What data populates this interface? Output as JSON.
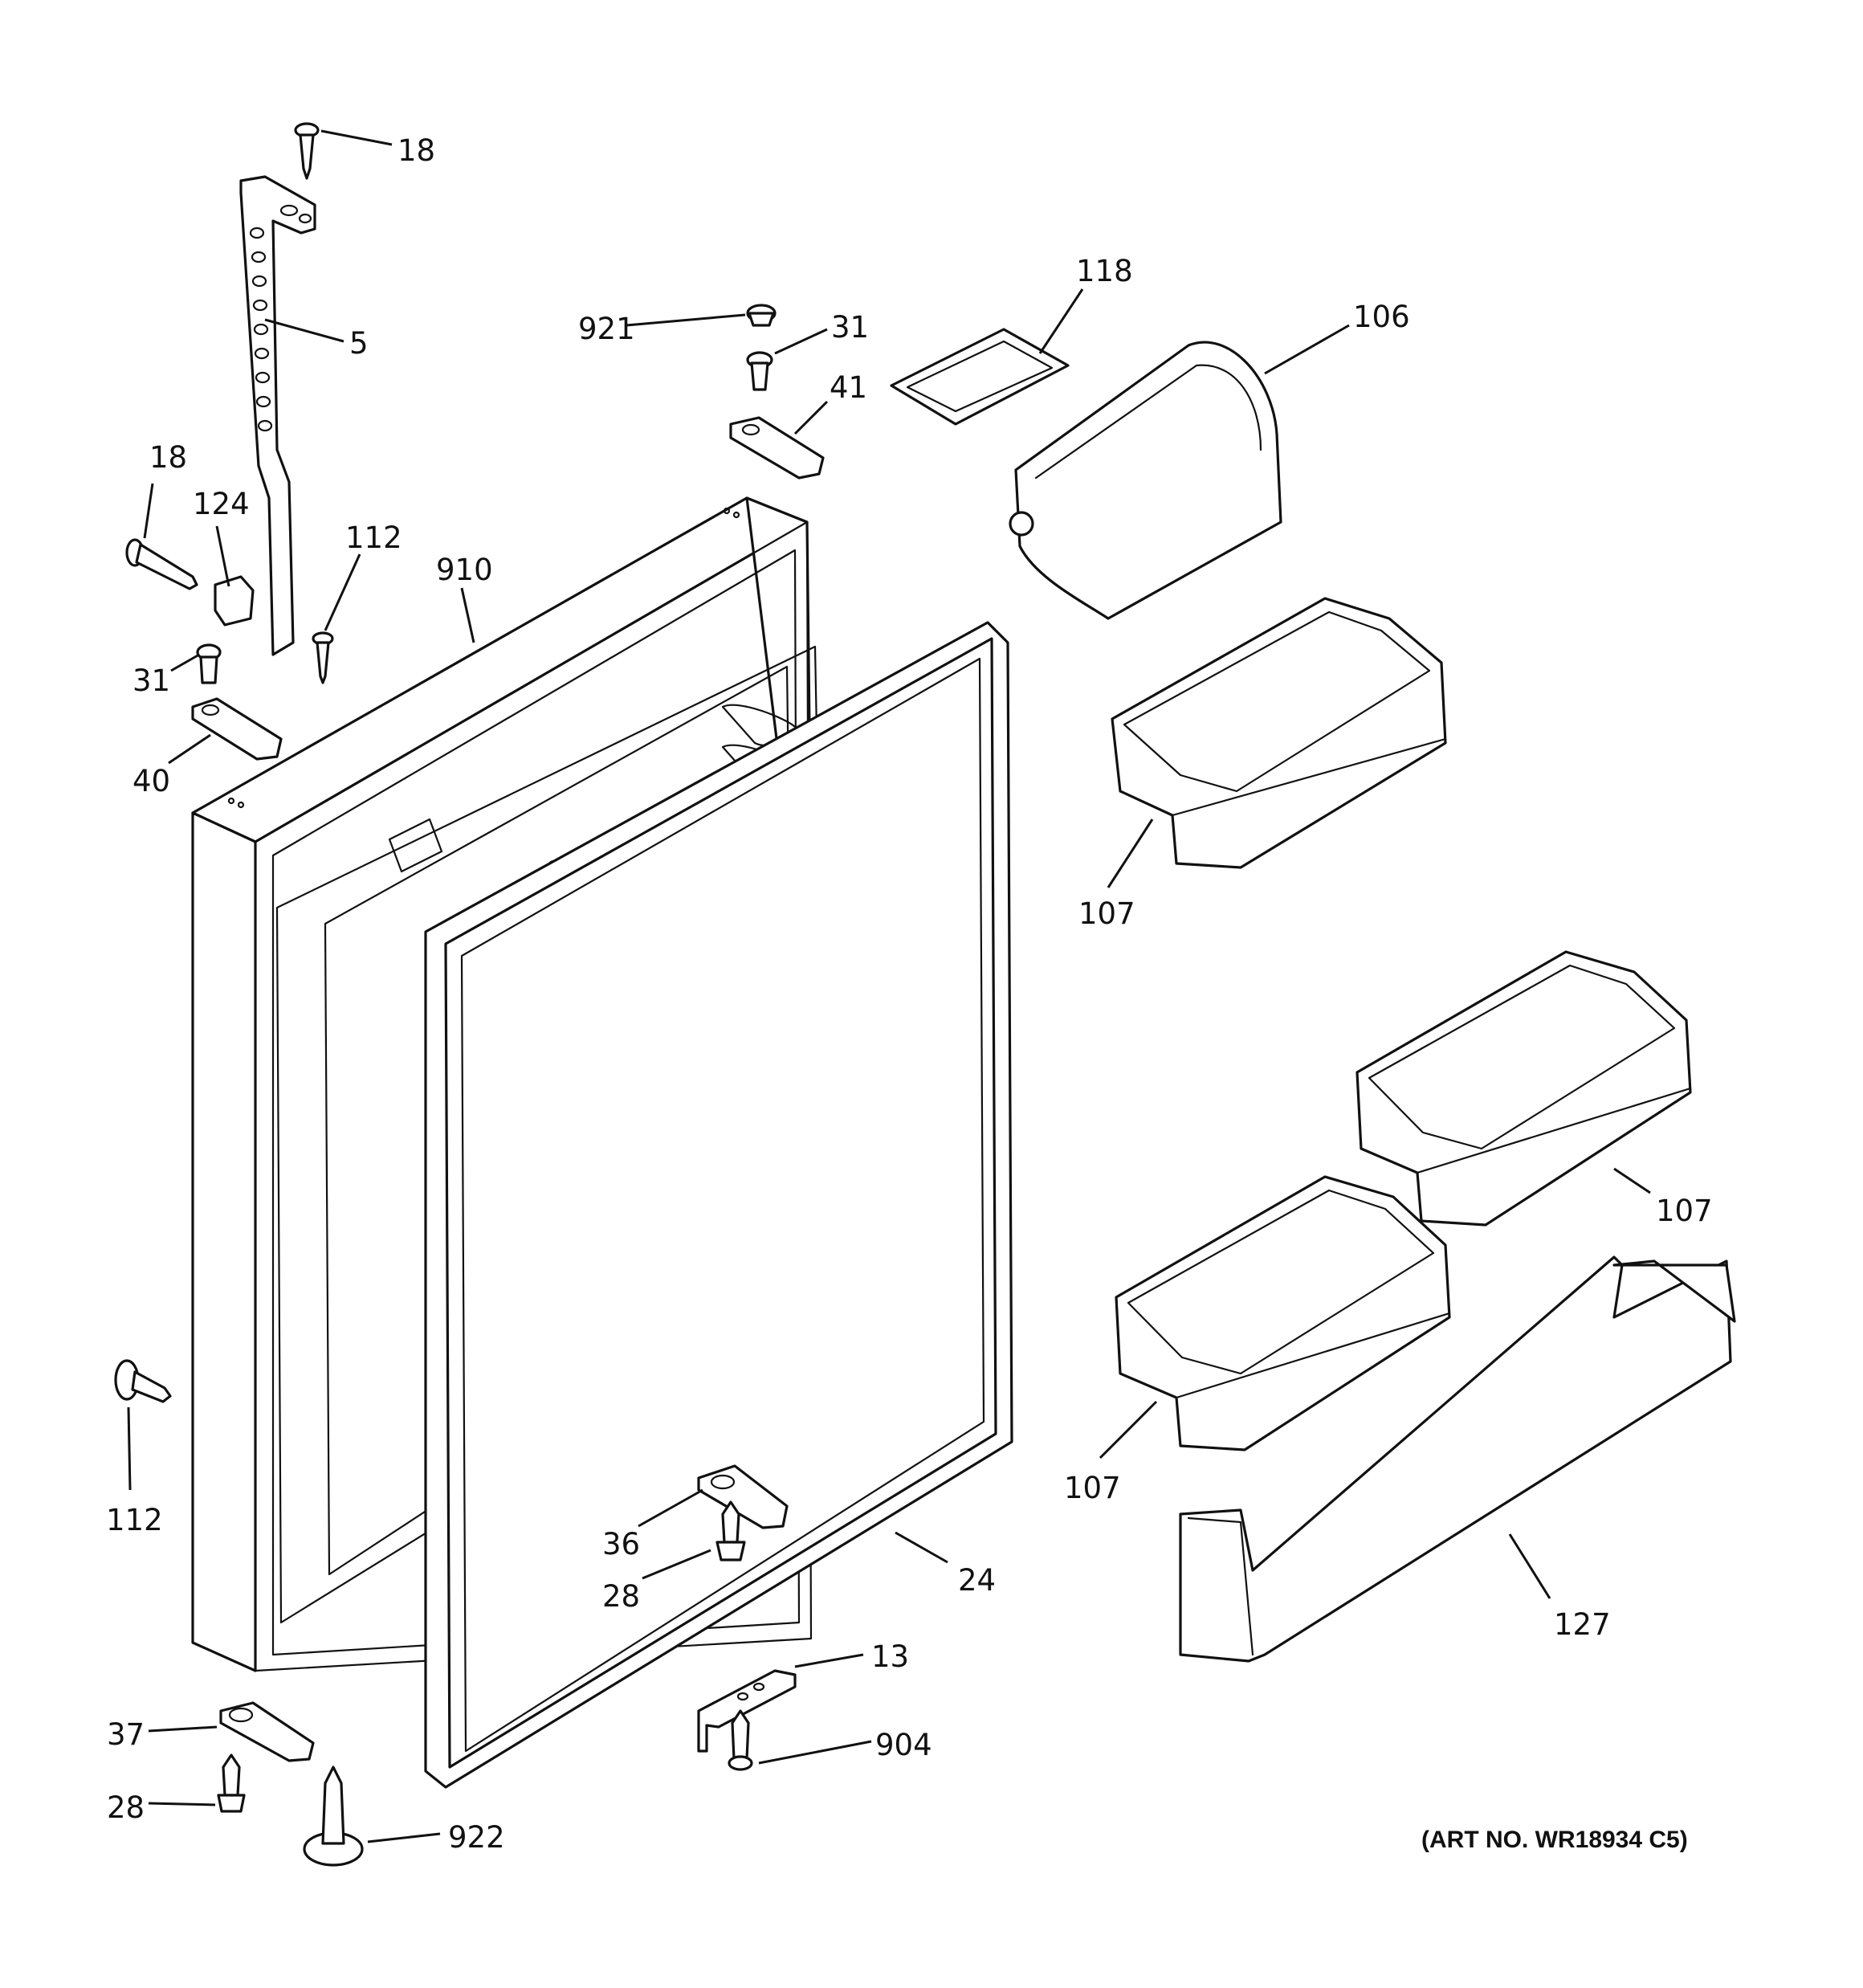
{
  "art_number": "(ART NO. WR18934 C5)",
  "callouts": {
    "c18a": "18",
    "c5": "5",
    "c18b": "18",
    "c124": "124",
    "c112a": "112",
    "c910": "910",
    "c31a": "31",
    "c40": "40",
    "c921": "921",
    "c31b": "31",
    "c41": "41",
    "c118": "118",
    "c106": "106",
    "c107a": "107",
    "c107b": "107",
    "c107c": "107",
    "c112b": "112",
    "c36": "36",
    "c28a": "28",
    "c24": "24",
    "c13": "13",
    "c904": "904",
    "c127": "127",
    "c37": "37",
    "c28b": "28",
    "c922": "922"
  }
}
